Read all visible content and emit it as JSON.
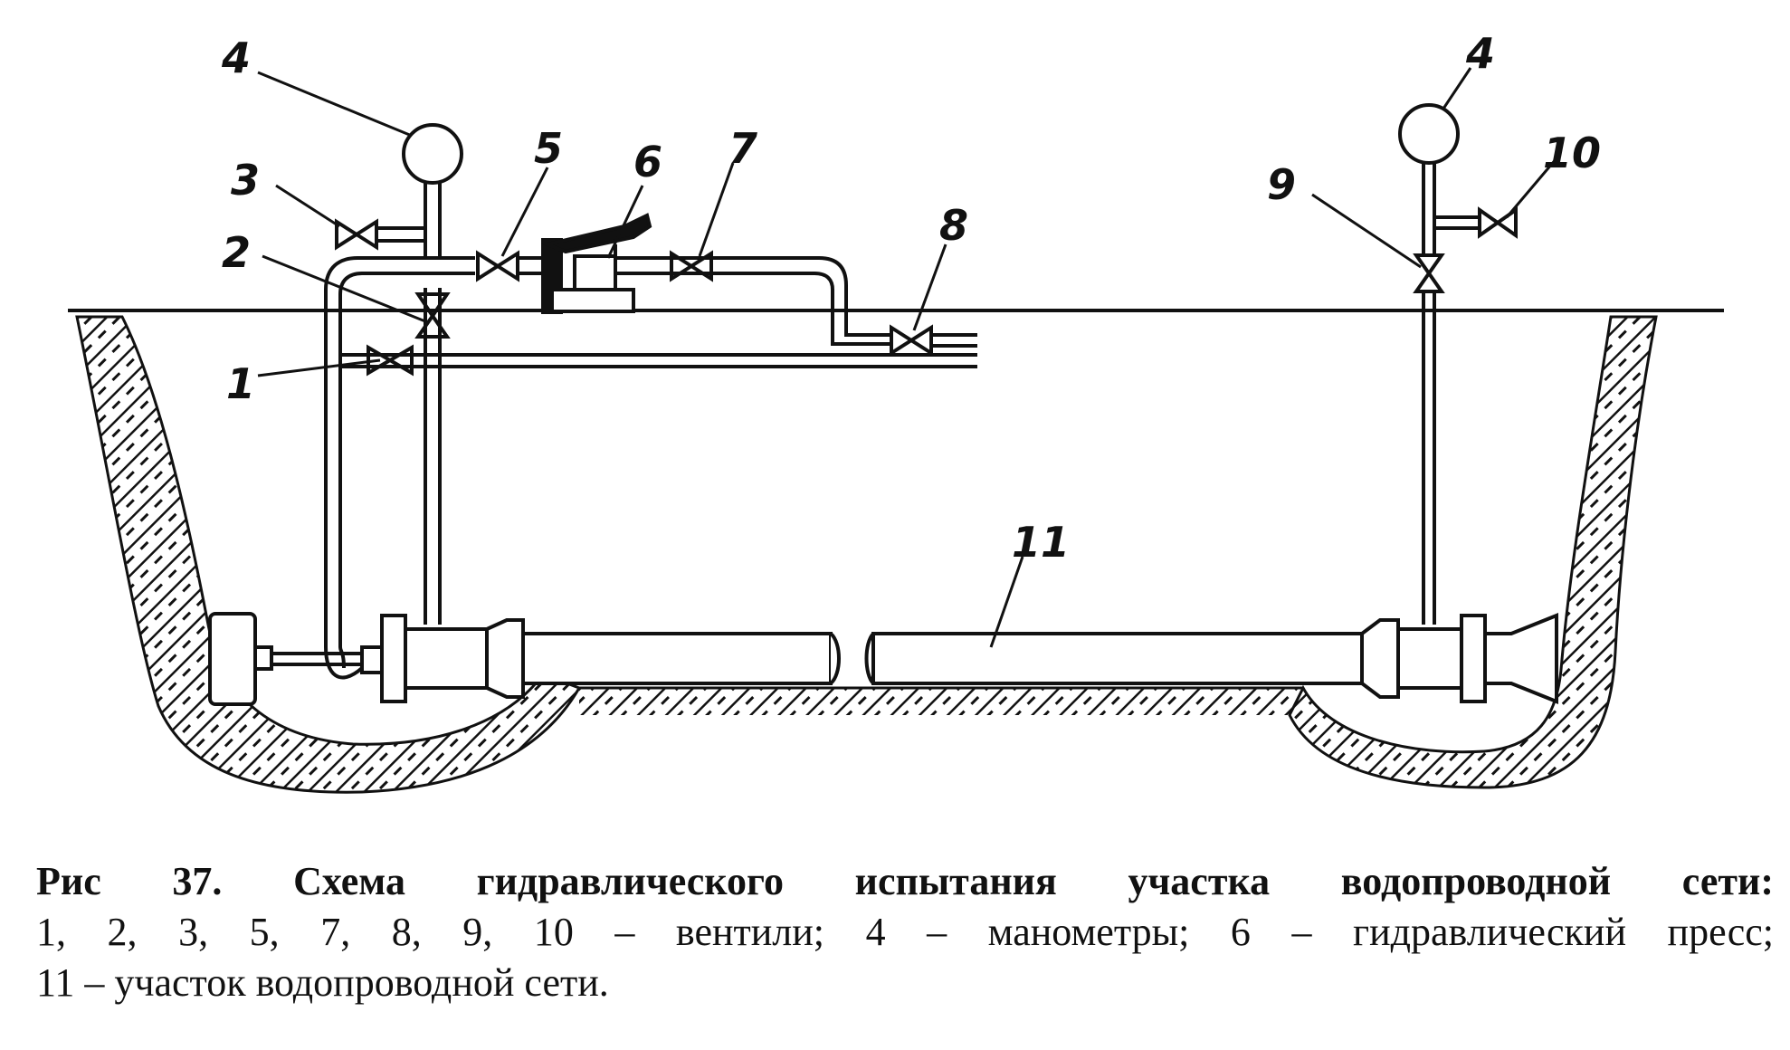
{
  "figure": {
    "callouts": {
      "n1": "1",
      "n2": "2",
      "n3": "3",
      "n4_left": "4",
      "n4_right": "4",
      "n5": "5",
      "n6": "6",
      "n7": "7",
      "n8": "8",
      "n9": "9",
      "n10": "10",
      "n11": "11"
    }
  },
  "caption": {
    "title": "Рис 37. Схема гидравлического испытания участка водопроводной сети:",
    "line2": "1, 2, 3, 5, 7, 8, 9, 10 – вентили; 4 – манометры; 6 – гидравлический пресс;",
    "line3": "11 – участок водопроводной сети."
  }
}
